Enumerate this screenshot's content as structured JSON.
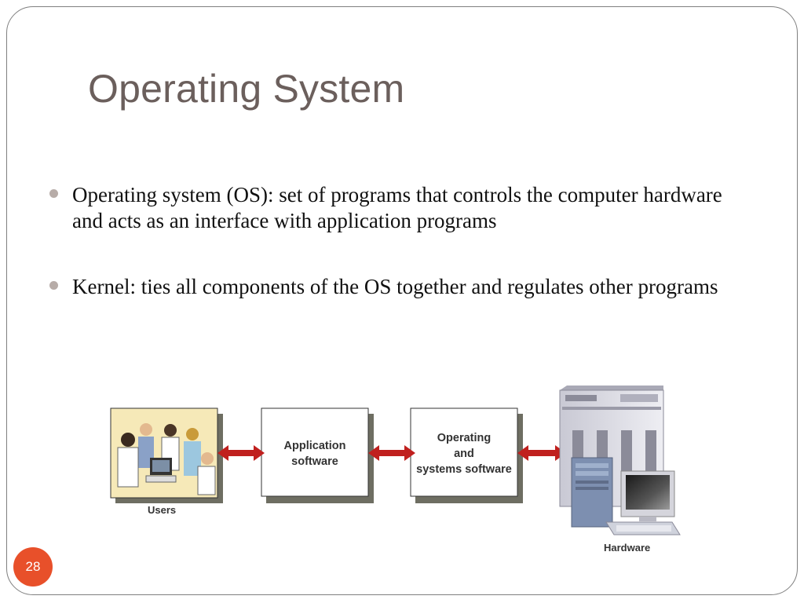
{
  "slide": {
    "title": "Operating System",
    "page_number": "28"
  },
  "bullets": [
    "Operating system (OS): set of programs that controls the computer hardware and acts as an interface with application programs",
    "Kernel: ties all components of the OS together and regulates other programs"
  ],
  "diagram": {
    "users_label": "Users",
    "app_box": [
      "Application",
      "software"
    ],
    "os_box": [
      "Operating",
      "and",
      "systems software"
    ],
    "hardware_label": "Hardware",
    "colors": {
      "arrow": "#c0201e",
      "box_shadow": "#6e6e62",
      "badge": "#e8502a"
    }
  }
}
